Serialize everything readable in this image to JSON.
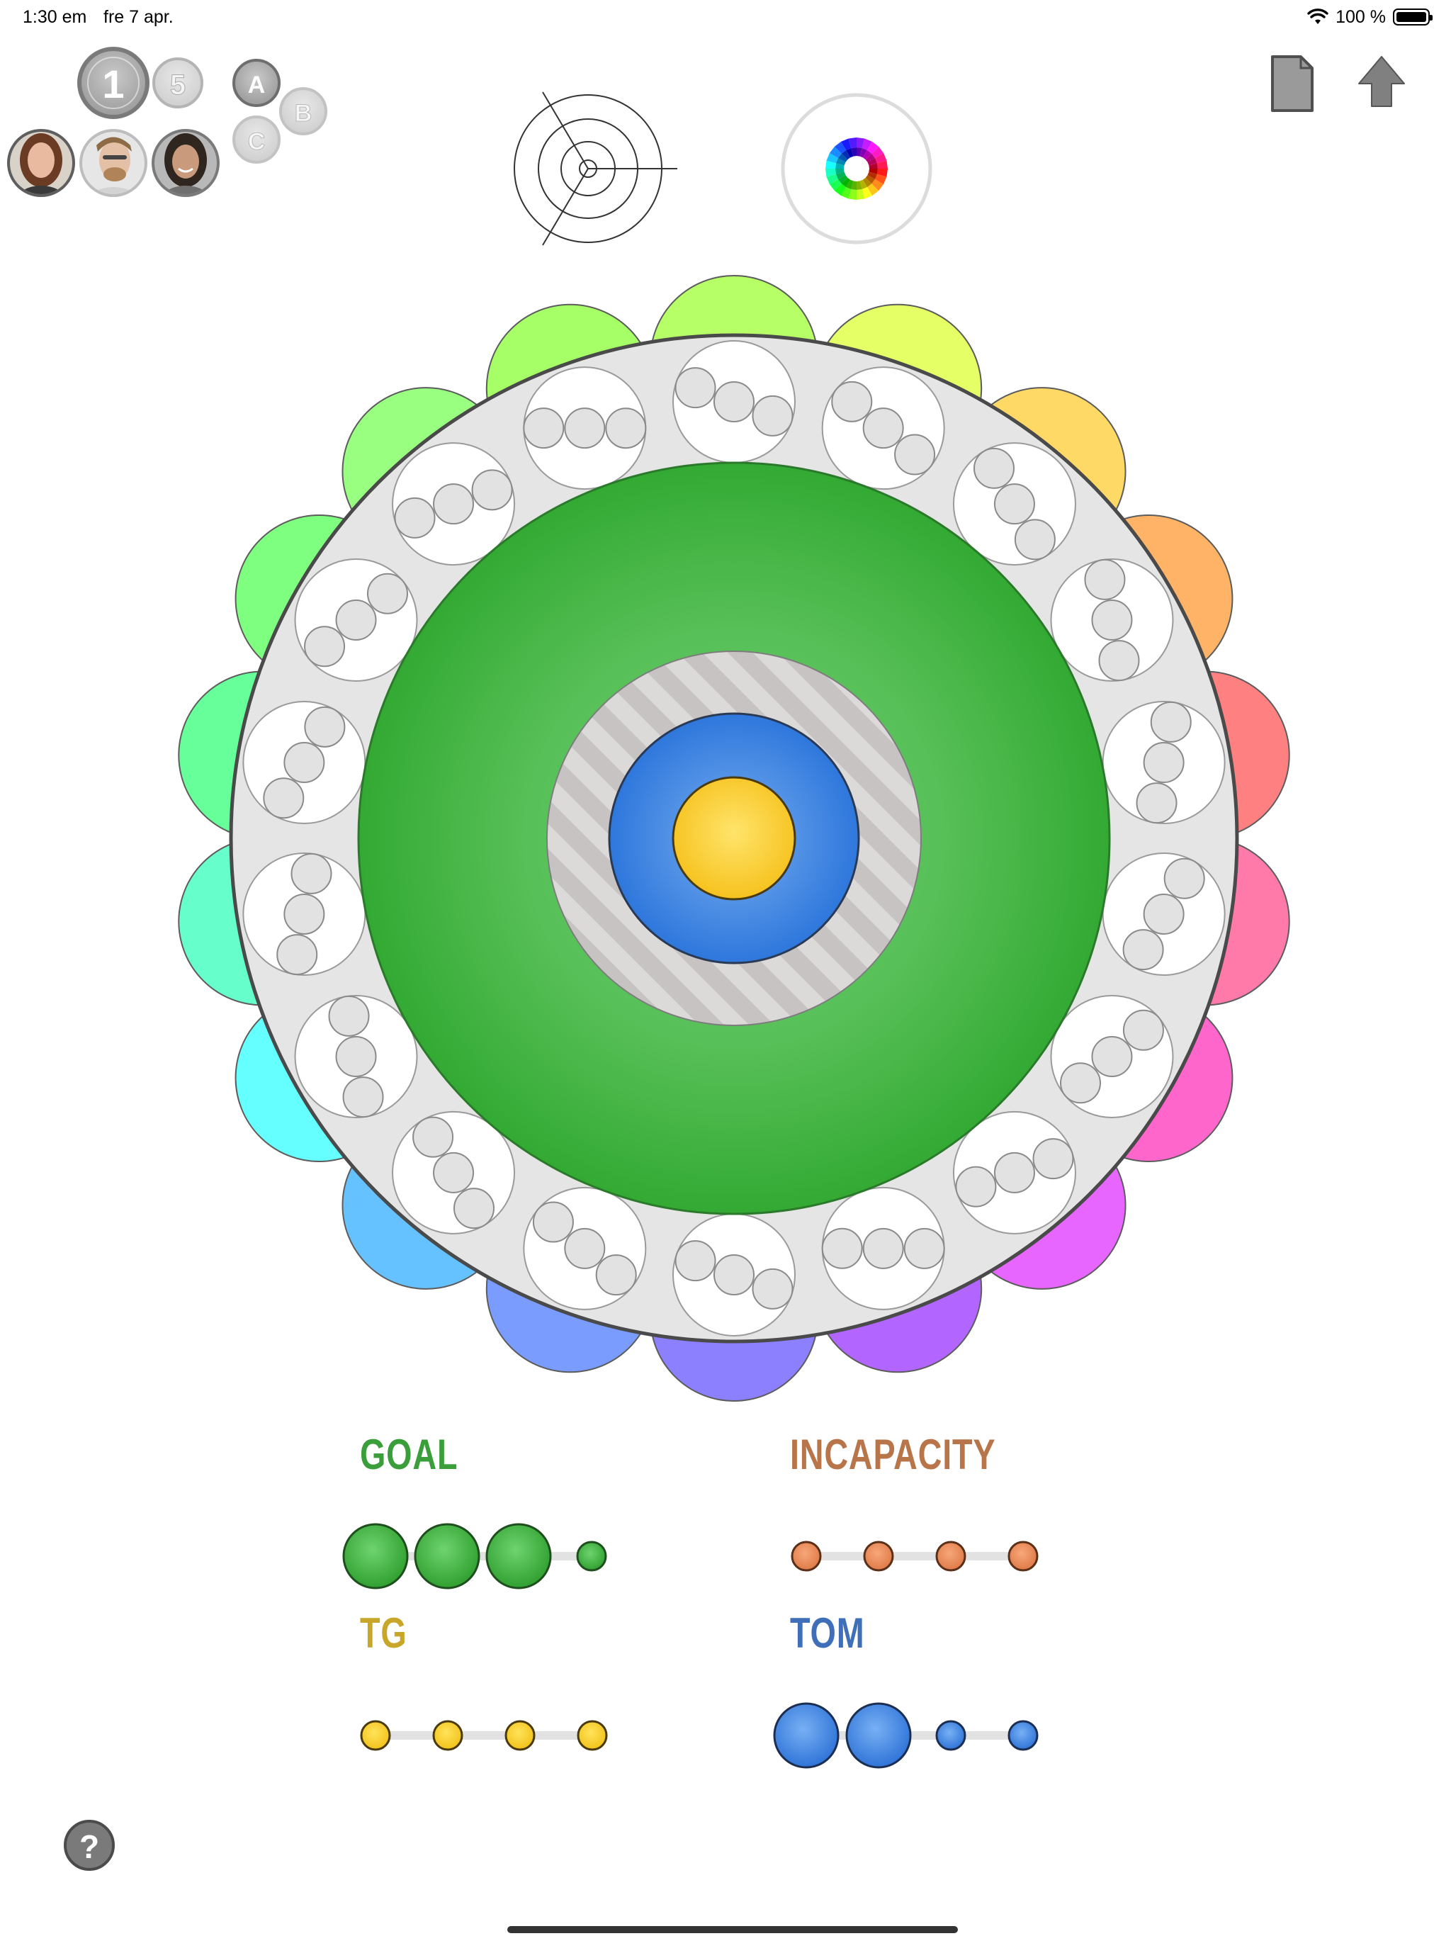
{
  "status_bar": {
    "time": "1:30 em",
    "date": "fre 7 apr.",
    "battery": "100 %"
  },
  "top_left": {
    "level_buttons": [
      "1",
      "5"
    ],
    "selected_level": "1",
    "group_buttons": [
      "A",
      "B",
      "C"
    ],
    "avatars": [
      "woman-avatar",
      "man-avatar",
      "smiling-woman-avatar"
    ]
  },
  "top_right": {
    "icons": [
      "document-icon",
      "share-arrow-icon"
    ]
  },
  "toolbar": {
    "icons": [
      "radar-target-icon",
      "color-wheel-icon"
    ]
  },
  "wheel": {
    "outer_petal_count": 18,
    "petal_colors": [
      "#b7ff66",
      "#e5ff66",
      "#ffd966",
      "#ffb366",
      "#ff8080",
      "#ff7aa8",
      "#ff66cc",
      "#e666ff",
      "#b366ff",
      "#8c80ff",
      "#7a9cff",
      "#66c2ff",
      "#66ffff",
      "#66ffcc",
      "#66ff99",
      "#7fff7f",
      "#99ff80",
      "#a6ff66"
    ],
    "layers": [
      "ring",
      "goal",
      "incapacity",
      "tom",
      "tg"
    ]
  },
  "legend": {
    "goal": {
      "label": "GOAL",
      "color": "#3a9e3a",
      "big": 3,
      "small": 1
    },
    "incapacity": {
      "label": "INCAPACITY",
      "color": "#b8754a",
      "big": 0,
      "small": 4
    },
    "tg": {
      "label": "TG",
      "color": "#c8a62a",
      "big": 0,
      "small": 4
    },
    "tom": {
      "label": "TOM",
      "color": "#3e6fb8",
      "big": 2,
      "small": 2
    }
  },
  "help": {
    "label": "?"
  }
}
